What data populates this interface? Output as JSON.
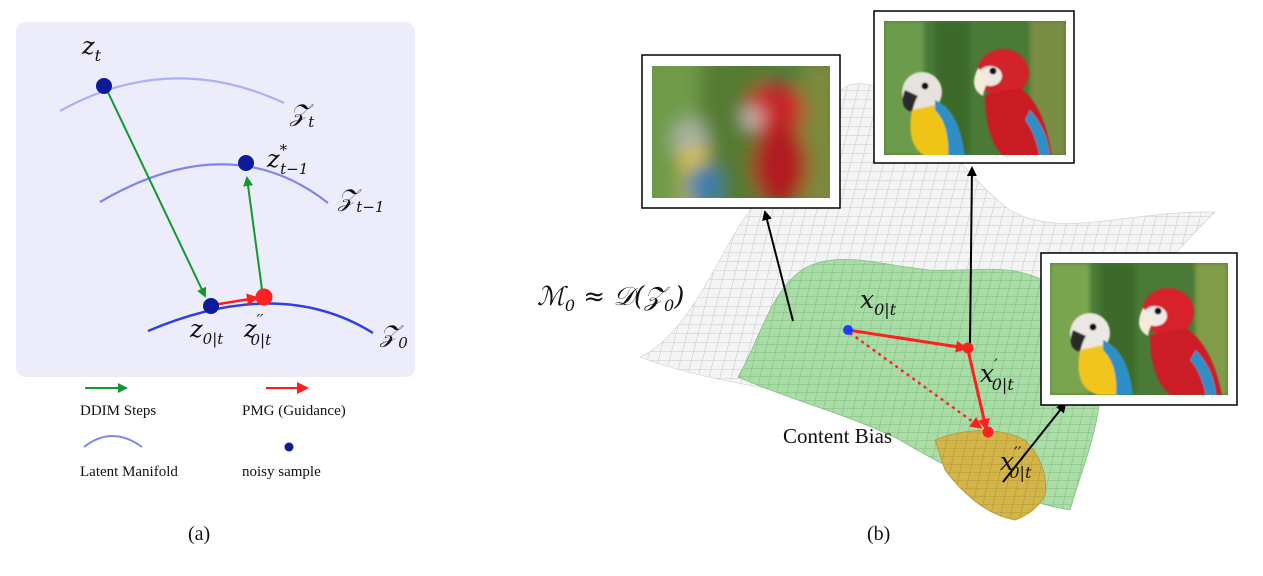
{
  "panel_a": {
    "caption": "(a)",
    "manifold_labels": {
      "zt": "𝒵",
      "zt_sub": "t",
      "zt1": "𝒵",
      "zt1_sub": "t−1",
      "z0": "𝒵",
      "z0_sub": "0"
    },
    "point_labels": {
      "zt": "z",
      "zt_sub": "t",
      "zt1star": "z",
      "zt1star_sup": "*",
      "zt1star_sub": "t−1",
      "z0t": "z",
      "z0t_sub": "0|t",
      "z0t_pp": "z",
      "z0t_pp_sup": "′′",
      "z0t_pp_sub": "0|t"
    },
    "legend": {
      "ddim": "DDIM Steps",
      "pmg": "PMG (Guidance)",
      "manifold": "Latent Manifold",
      "noisy": "noisy sample"
    },
    "colors": {
      "panel_bg": "#ececfb",
      "ddim": "#119a2c",
      "pmg": "#ff1a1a",
      "manifold": "#3d3ddf",
      "point": "#0d1a99",
      "guided_point": "#ff2020"
    }
  },
  "panel_b": {
    "caption": "(b)",
    "manifold_label": "ℳ",
    "manifold_label_sub": "0",
    "manifold_label_rest": " ≈ 𝒟(𝒵",
    "manifold_label_rest_sub": "0",
    "manifold_label_close": ")",
    "content_bias": "Content Bias",
    "points": {
      "x0t": "x",
      "x0t_sub": "0|t",
      "x0t_p": "x",
      "x0t_p_sup": "′",
      "x0t_p_sub": "0|t",
      "x0t_pp": "x",
      "x0t_pp_sup": "′′",
      "x0t_pp_sub": "0|t"
    },
    "images": [
      "blurry-parrots-image",
      "sharp-parrots-image",
      "guided-parrots-image"
    ],
    "colors": {
      "grid_surface": "#d9d9d9",
      "green_region": "#9fd79a",
      "bias_region": "#d6b24a",
      "arrow": "#ff1f1f"
    }
  }
}
